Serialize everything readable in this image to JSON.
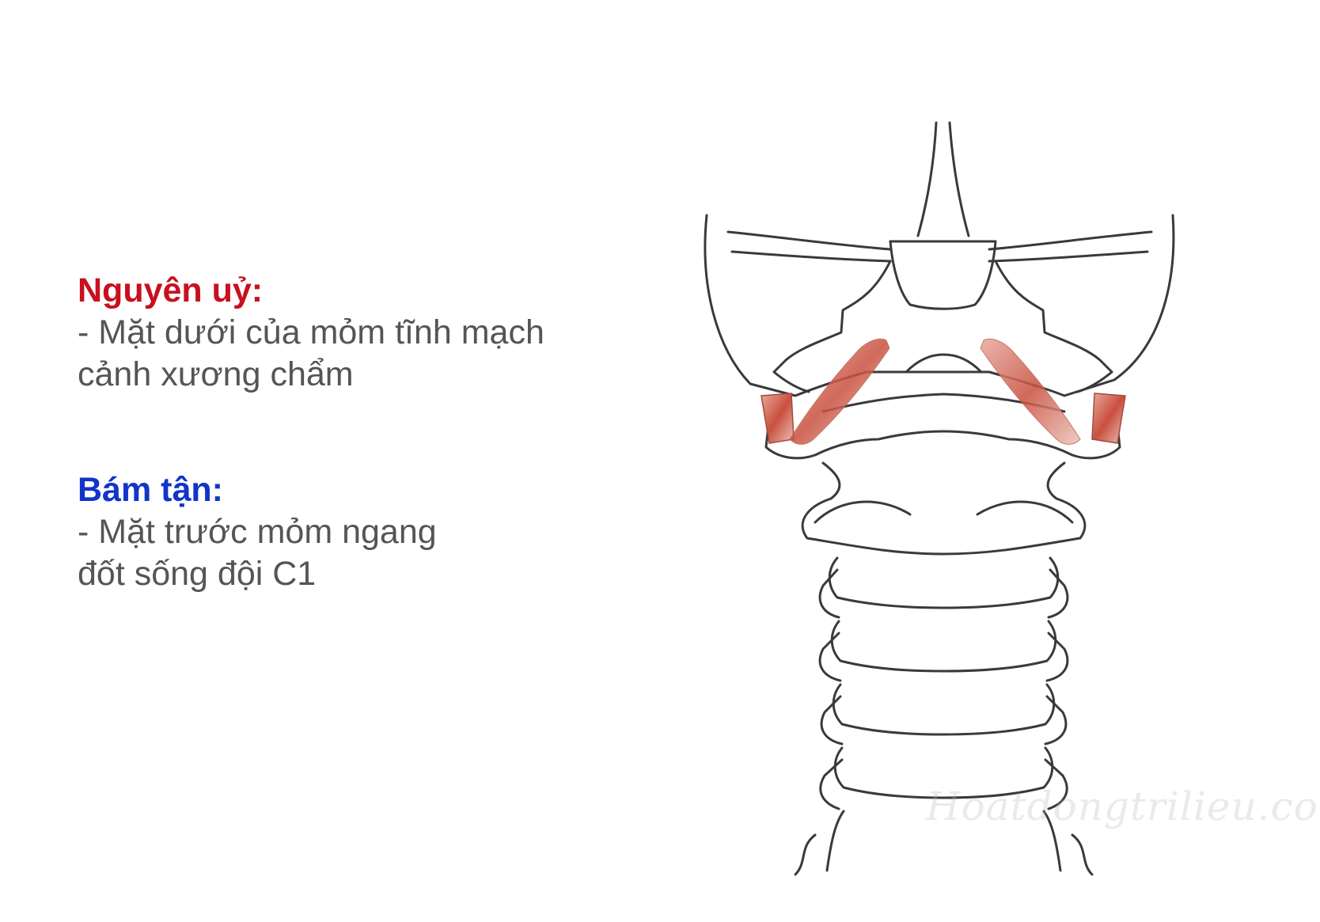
{
  "origin": {
    "title": "Nguyên uỷ:",
    "lines": [
      "- Mặt dưới của mỏm tĩnh mạch",
      "cảnh xương chẩm"
    ]
  },
  "insertion": {
    "title": "Bám tận:",
    "lines": [
      "- Mặt trước mỏm ngang",
      "đốt sống đội C1"
    ]
  },
  "watermark": "Hoatdongtrilieu.com",
  "colors": {
    "origin_heading": "#c8101e",
    "insertion_heading": "#1234c8",
    "body_text": "#555555",
    "outline": "#3a3a3a",
    "muscle": "#c9503f"
  }
}
